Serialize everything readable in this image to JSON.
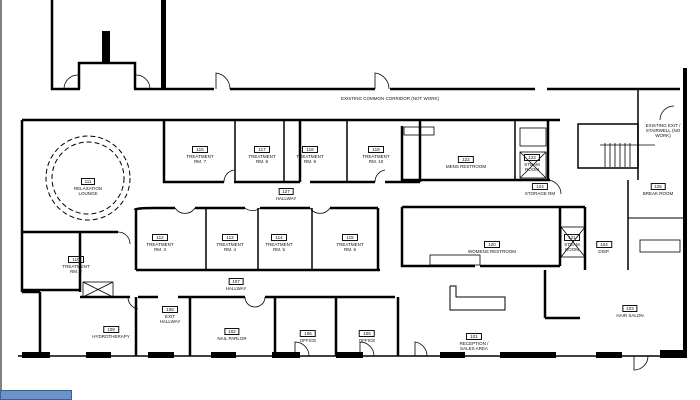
{
  "notes": {
    "corridor": "Existing Common Corridor (Not Work)",
    "stairwell": "Existing Exit / Stairwell (No Work)"
  },
  "rooms": [
    {
      "number": "111",
      "name": "Relaxation Lounge"
    },
    {
      "number": "110",
      "name": "Treatment Rm. 2"
    },
    {
      "number": "116",
      "name": "Treatment Rm. 7"
    },
    {
      "number": "117",
      "name": "Treatment Rm. 8"
    },
    {
      "number": "118",
      "name": "Treatment Rm. 9"
    },
    {
      "number": "119",
      "name": "Treatment Rm. 10"
    },
    {
      "number": "127",
      "name": "Hallway"
    },
    {
      "number": "112",
      "name": "Treatment Rm. 3"
    },
    {
      "number": "113",
      "name": "Treatment Rm. 4"
    },
    {
      "number": "114",
      "name": "Treatment Rm. 5"
    },
    {
      "number": "115",
      "name": "Treatment Rm. 6"
    },
    {
      "number": "107",
      "name": "Hallway"
    },
    {
      "number": "108",
      "name": "Exit Hallway"
    },
    {
      "number": "109",
      "name": "Hydrotherapy"
    },
    {
      "number": "102",
      "name": "Nail Parlor"
    },
    {
      "number": "106",
      "name": "Office"
    },
    {
      "number": "105",
      "name": "Office"
    },
    {
      "number": "101",
      "name": "Reception / Sales Area"
    },
    {
      "number": "103",
      "name": "Hair Salon"
    },
    {
      "number": "122",
      "name": "Mens Restroom"
    },
    {
      "number": "123",
      "name": "Steam Room"
    },
    {
      "number": "124",
      "name": "Storage Rm"
    },
    {
      "number": "125",
      "name": "Break Room"
    },
    {
      "number": "120",
      "name": "Womens Restroom"
    },
    {
      "number": "121",
      "name": "Steam Room"
    },
    {
      "number": "104",
      "name": "Disp."
    }
  ]
}
